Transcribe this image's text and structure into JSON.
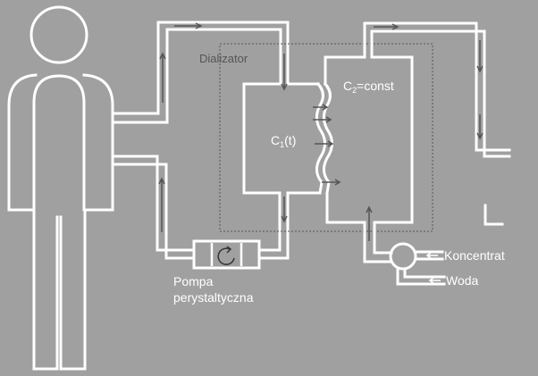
{
  "labels": {
    "dializator": "Dializator",
    "c1": "C",
    "c1_sub": "1",
    "c1_rest": "(t)",
    "c2": "C",
    "c2_sub": "2",
    "c2_rest": "=const",
    "pompa_line1": "Pompa",
    "pompa_line2": "perystaltyczna",
    "koncentrat": "Koncentrat",
    "woda": "Woda"
  },
  "colors": {
    "background": "#a0a0a0",
    "line": "#ffffff",
    "arrow": "#555555"
  }
}
